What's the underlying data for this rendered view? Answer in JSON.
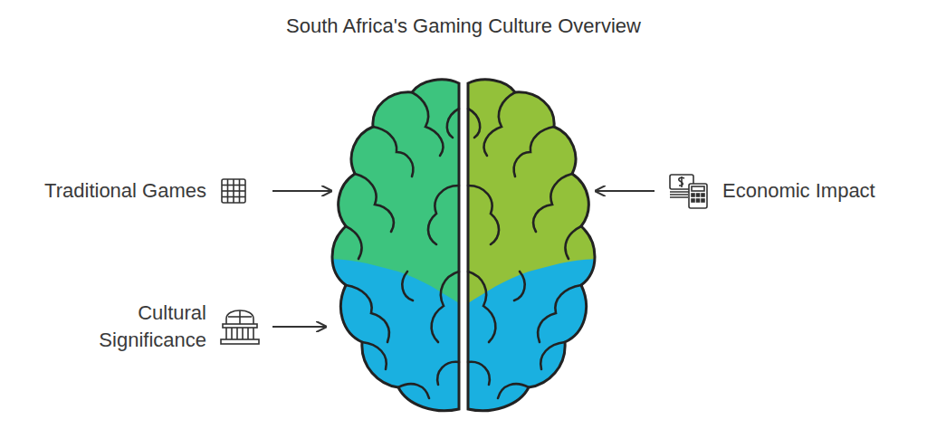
{
  "diagram": {
    "title": "South Africa's Gaming Culture Overview",
    "labels": [
      "Traditional Games",
      "Economic Impact",
      "Cultural Significance"
    ]
  }
}
